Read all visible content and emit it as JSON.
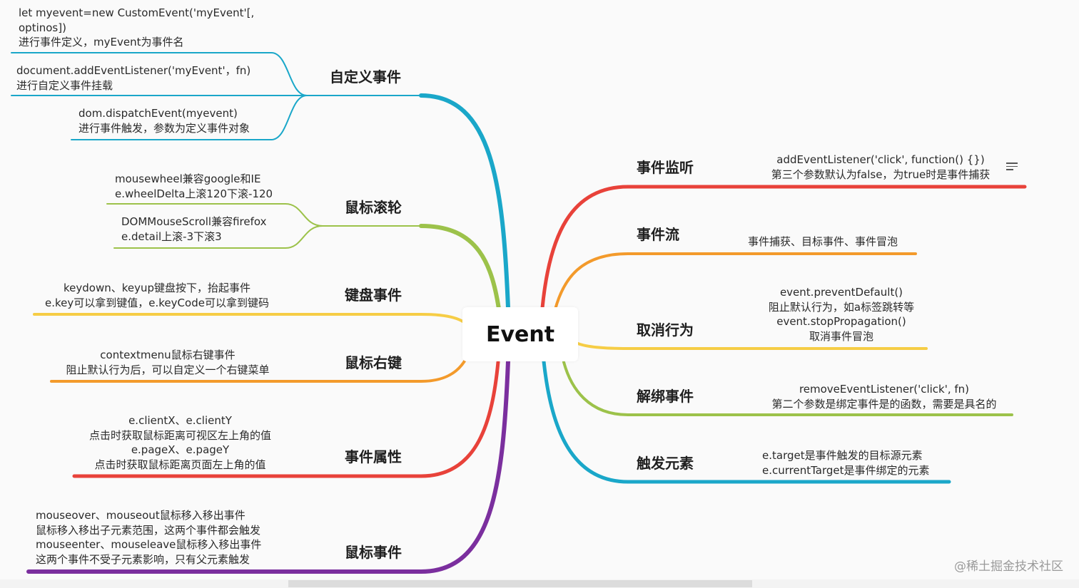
{
  "root": "Event",
  "colors": {
    "red": "#e8423a",
    "orange": "#f39a2b",
    "yellow": "#f6cd45",
    "green": "#9cc24a",
    "cyan": "#1aa7c9",
    "purple": "#7b2f9e"
  },
  "left": [
    {
      "title": "自定义事件",
      "leaves": [
        [
          "let myevent=new CustomEvent('myEvent'[,",
          "optinos])",
          "进行事件定义，myEvent为事件名"
        ],
        [
          "document.addEventListener('myEvent'，fn)",
          "进行自定义事件挂载"
        ],
        [
          "dom.dispatchEvent(myevent)",
          "进行事件触发，参数为定义事件对象"
        ]
      ]
    },
    {
      "title": "鼠标滚轮",
      "leaves": [
        [
          "mousewheel兼容google和IE",
          "e.wheelDelta上滚120下滚-120"
        ],
        [
          "DOMMouseScroll兼容firefox",
          "e.detail上滚-3下滚3"
        ]
      ]
    },
    {
      "title": "键盘事件",
      "leaves": [
        [
          "keydown、keyup键盘按下，抬起事件",
          "e.key可以拿到键值，e.keyCode可以拿到键码"
        ]
      ]
    },
    {
      "title": "鼠标右键",
      "leaves": [
        [
          "contextmenu鼠标右键事件",
          "阻止默认行为后，可以自定义一个右键菜单"
        ]
      ]
    },
    {
      "title": "事件属性",
      "leaves": [
        [
          "e.clientX、e.clientY",
          "点击时获取鼠标距离可视区左上角的值",
          "e.pageX、e.pageY",
          "点击时获取鼠标距离页面左上角的值"
        ]
      ]
    },
    {
      "title": "鼠标事件",
      "leaves": [
        [
          "mouseover、mouseout鼠标移入移出事件",
          "鼠标移入移出子元素范围，这两个事件都会触发",
          "mouseenter、mouseleave鼠标移入移出事件",
          "这两个事件不受子元素影响，只有父元素触发"
        ]
      ]
    }
  ],
  "right": [
    {
      "title": "事件监听",
      "leaf": [
        "addEventListener('click', function() {})",
        "第三个参数默认为false，为true时是事件捕获"
      ]
    },
    {
      "title": "事件流",
      "leaf": [
        "事件捕获、目标事件、事件冒泡"
      ]
    },
    {
      "title": "取消行为",
      "leaf": [
        "event.preventDefault()",
        "阻止默认行为，如a标签跳转等",
        "event.stopPropagation()",
        "取消事件冒泡"
      ]
    },
    {
      "title": "解绑事件",
      "leaf": [
        "removeEventListener('click', fn)",
        "第二个参数是绑定事件是的函数，需要是具名的"
      ]
    },
    {
      "title": "触发元素",
      "leaf": [
        "e.target是事件触发的目标源元素",
        "e.currentTarget是事件绑定的元素"
      ]
    }
  ],
  "watermark": "@稀土掘金技术社区"
}
